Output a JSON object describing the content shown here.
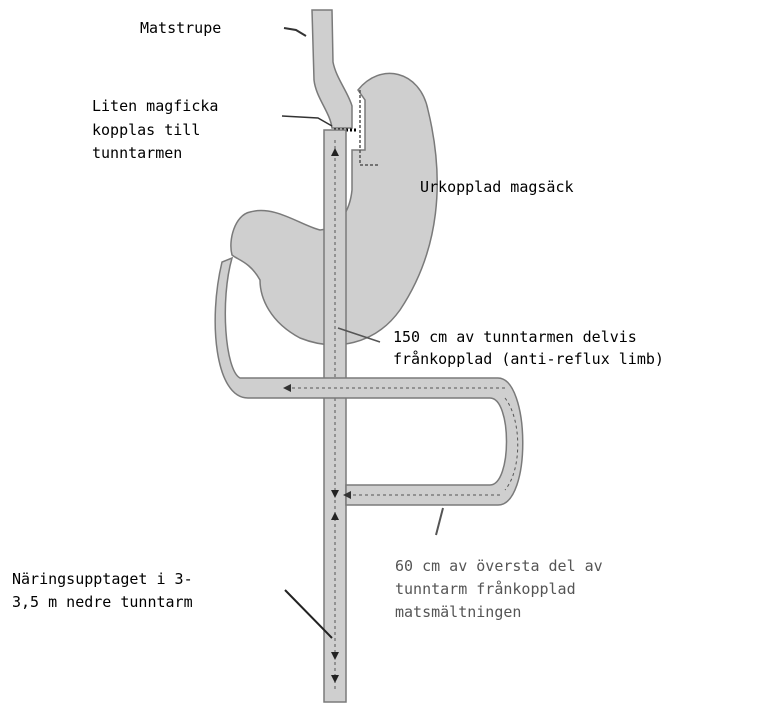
{
  "labels": {
    "matstrupe": "Matstrupe",
    "magficka_1": "Liten magficka",
    "magficka_2": "kopplas till",
    "magficka_3": "tunntarmen",
    "urkopplad": "Urkopplad magsäck",
    "limb150_1": "150 cm av tunntarmen delvis",
    "limb150_2": "frånkopplad (anti-reflux limb)",
    "naring_1": "Näringsupptaget i 3-",
    "naring_2": "3,5 m nedre tunntarm",
    "limb60_1": "60 cm av översta del av",
    "limb60_2": "tunntarm frånkopplad",
    "limb60_3": "matsmältningen"
  },
  "colors": {
    "organ_fill": "#cfcfcf",
    "outline": "#7a7a7a",
    "arrow": "#333333"
  }
}
